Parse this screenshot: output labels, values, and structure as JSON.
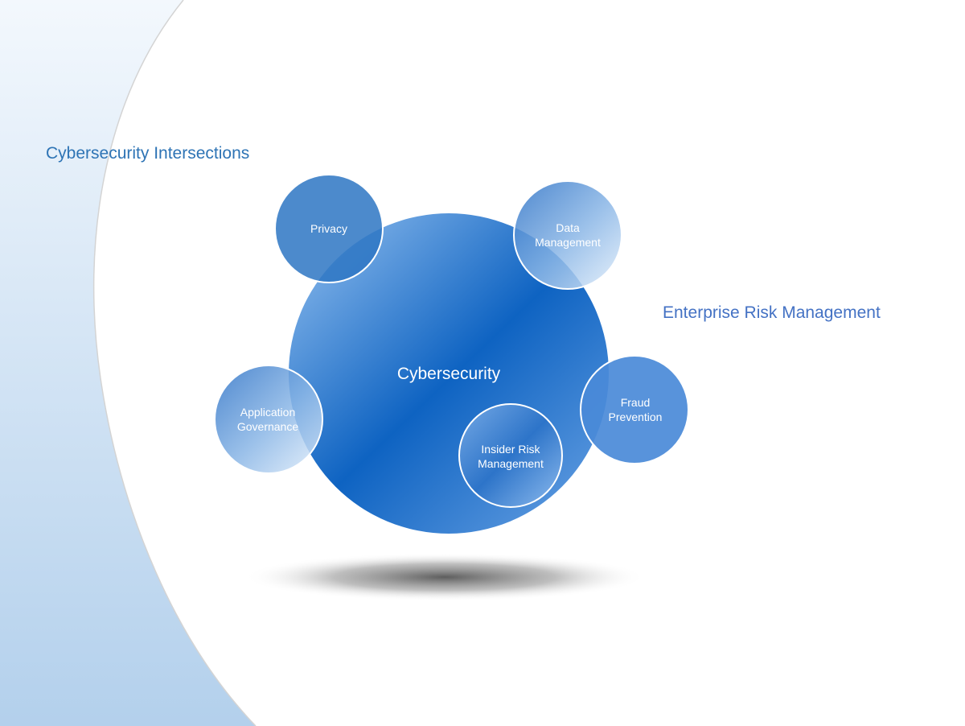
{
  "slide_title": "Cybersecurity Intersections",
  "side_label": "Enterprise Risk Management",
  "center_node": {
    "label": "Cybersecurity"
  },
  "nodes": [
    {
      "id": "privacy",
      "label": "Privacy"
    },
    {
      "id": "data-management",
      "label": "Data\nManagement"
    },
    {
      "id": "application-governance",
      "label": "Application\nGovernance"
    },
    {
      "id": "insider-risk-management",
      "label": "Insider Risk\nManagement"
    },
    {
      "id": "fraud-prevention",
      "label": "Fraud\nPrevention"
    }
  ],
  "colors": {
    "title": "#2e74b5",
    "side_label": "#4472c4",
    "main_circle_dark": "#1565c0",
    "main_circle_light": "#6fa3e0",
    "background_band": "#b8d4ee"
  }
}
